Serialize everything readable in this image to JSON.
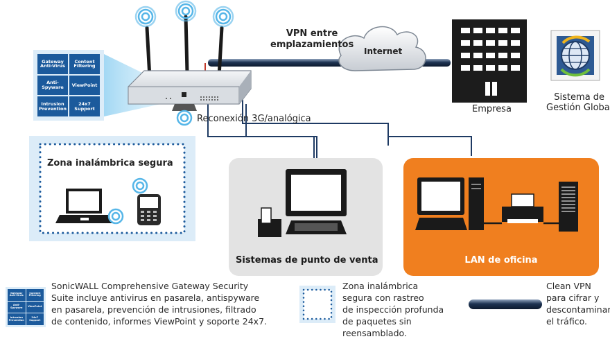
{
  "labels": {
    "vpn_line1": "VPN entre",
    "vpn_line2": "emplazamientos",
    "internet": "Internet",
    "empresa": "Empresa",
    "gms_line1": "Sistema de",
    "gms_line2": "Gestión Global",
    "reconexion": "Reconexión 3G/analógica",
    "zona_segura": "Zona inalámbrica segura",
    "pos": "Sistemas de punto de venta",
    "lan": "LAN de oficina"
  },
  "security_suite": {
    "tiles": [
      {
        "line1": "Gateway",
        "line2": "Anti-Virus"
      },
      {
        "line1": "Content",
        "line2": "Filtering"
      },
      {
        "line1": "Anti-",
        "line2": "Spyware"
      },
      {
        "line1": "ViewPoint",
        "line2": ""
      },
      {
        "line1": "Intrusion",
        "line2": "Prevention"
      },
      {
        "line1": "24x7",
        "line2": "Support"
      }
    ]
  },
  "legend": {
    "suite_line1": "SonicWALL Comprehensive Gateway Security",
    "suite_line2": "Suite incluye antivirus en pasarela, antispyware",
    "suite_line3": "en pasarela, prevención de intrusiones, filtrado",
    "suite_line4": "de contenido, informes ViewPoint y soporte 24x7.",
    "zone_line1": "Zona inalámbrica",
    "zone_line2": "segura con rastreo",
    "zone_line3": "de inspección profunda",
    "zone_line4": "de paquetes sin reensamblado.",
    "vpn_line1": "Clean VPN",
    "vpn_line2": "para cifrar y",
    "vpn_line3": "descontaminar",
    "vpn_line4": "el tráfico."
  },
  "colors": {
    "tile_blue": "#1b5a9c",
    "accent_orange": "#f07f1f",
    "panel_grey": "#e3e3e3",
    "panel_lightblue": "#dcecf8",
    "wifi_blue": "#56b6e8",
    "line_navy": "#1e3a63",
    "vpn_red": "#c0392b"
  }
}
